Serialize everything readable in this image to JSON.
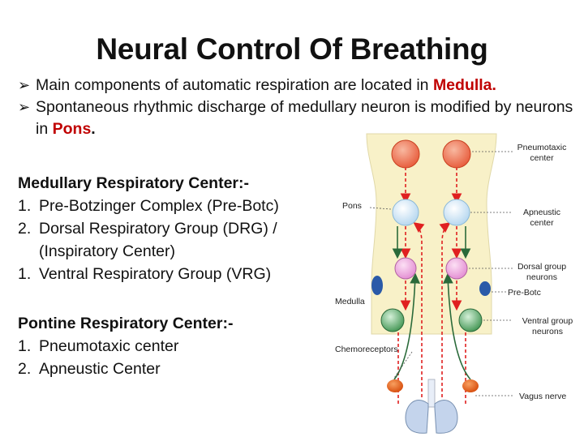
{
  "title": "Neural Control Of Breathing",
  "bullets": [
    {
      "text": "Main components of automatic respiration are located in ",
      "highlight": "Medulla.",
      "tail": ""
    },
    {
      "text": "Spontaneous rhythmic discharge of medullary neuron is modified by neurons in ",
      "highlight": "Pons",
      "tail": "."
    }
  ],
  "medullary": {
    "heading": "Medullary Respiratory Center:-",
    "items": [
      {
        "num": "1.",
        "text": "Pre-Botzinger Complex (Pre-Botc)"
      },
      {
        "num": "2.",
        "text": "Dorsal Respiratory Group (DRG) /"
      },
      {
        "num": "",
        "text": "(Inspiratory Center)"
      },
      {
        "num": "1.",
        "text": "Ventral Respiratory Group (VRG)"
      }
    ]
  },
  "pontine": {
    "heading": "Pontine Respiratory Center:-",
    "items": [
      {
        "num": "1.",
        "text": "Pneumotaxic center"
      },
      {
        "num": "2.",
        "text": "Apneustic Center"
      }
    ]
  },
  "diagram": {
    "labels": {
      "pneumotaxic": [
        "Pneumotaxic",
        "center"
      ],
      "pons": "Pons",
      "apneustic": [
        "Apneustic",
        "center"
      ],
      "dorsal": [
        "Dorsal group",
        "neurons"
      ],
      "prebotc": "Pre-Botc",
      "medulla": "Medulla",
      "ventral": [
        "Ventral group",
        "neurons"
      ],
      "chemoreceptors": "Chemoreceptors",
      "vagus": "Vagus nerve"
    },
    "colors": {
      "brainstem": "#f8f1c8",
      "pneumotaxic": "#f08060",
      "apneustic": "#d8ecf8",
      "dorsal": "#f0a8e0",
      "ventral": "#7cc08c",
      "prebotc": "#2a5aa8",
      "receptor": "#e86820",
      "lungs": "#c4d4ec",
      "red_arrow": "#e02020",
      "green_arrow": "#2a6a3a"
    }
  }
}
